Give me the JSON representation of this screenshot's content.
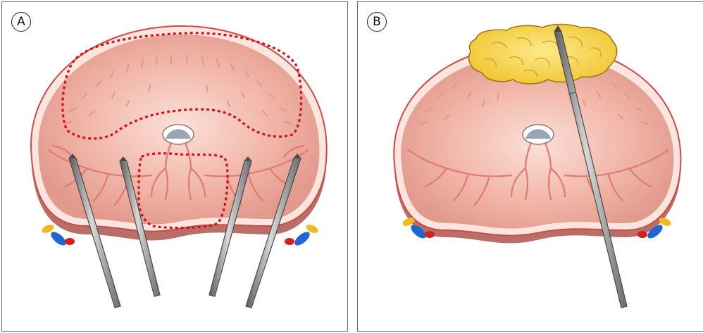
{
  "panels": [
    {
      "id": "A",
      "label": "A",
      "needles": 4,
      "highlight": "dotted-zones"
    },
    {
      "id": "B",
      "label": "B",
      "needles": 1,
      "highlight": "yellow-mass"
    }
  ],
  "colors": {
    "outline": "#d04a3f",
    "tissue": "#f1b6a8",
    "zone_dots": "#d3121b",
    "needle": "#8c8c8c",
    "mass": "#f7d64a",
    "vessel_red": "#d32020",
    "vessel_blue": "#1f66d1",
    "vessel_yellow": "#f0bb1e"
  },
  "icons": {
    "needle": "needle-icon",
    "vessel": "neurovascular-bundle-icon"
  }
}
